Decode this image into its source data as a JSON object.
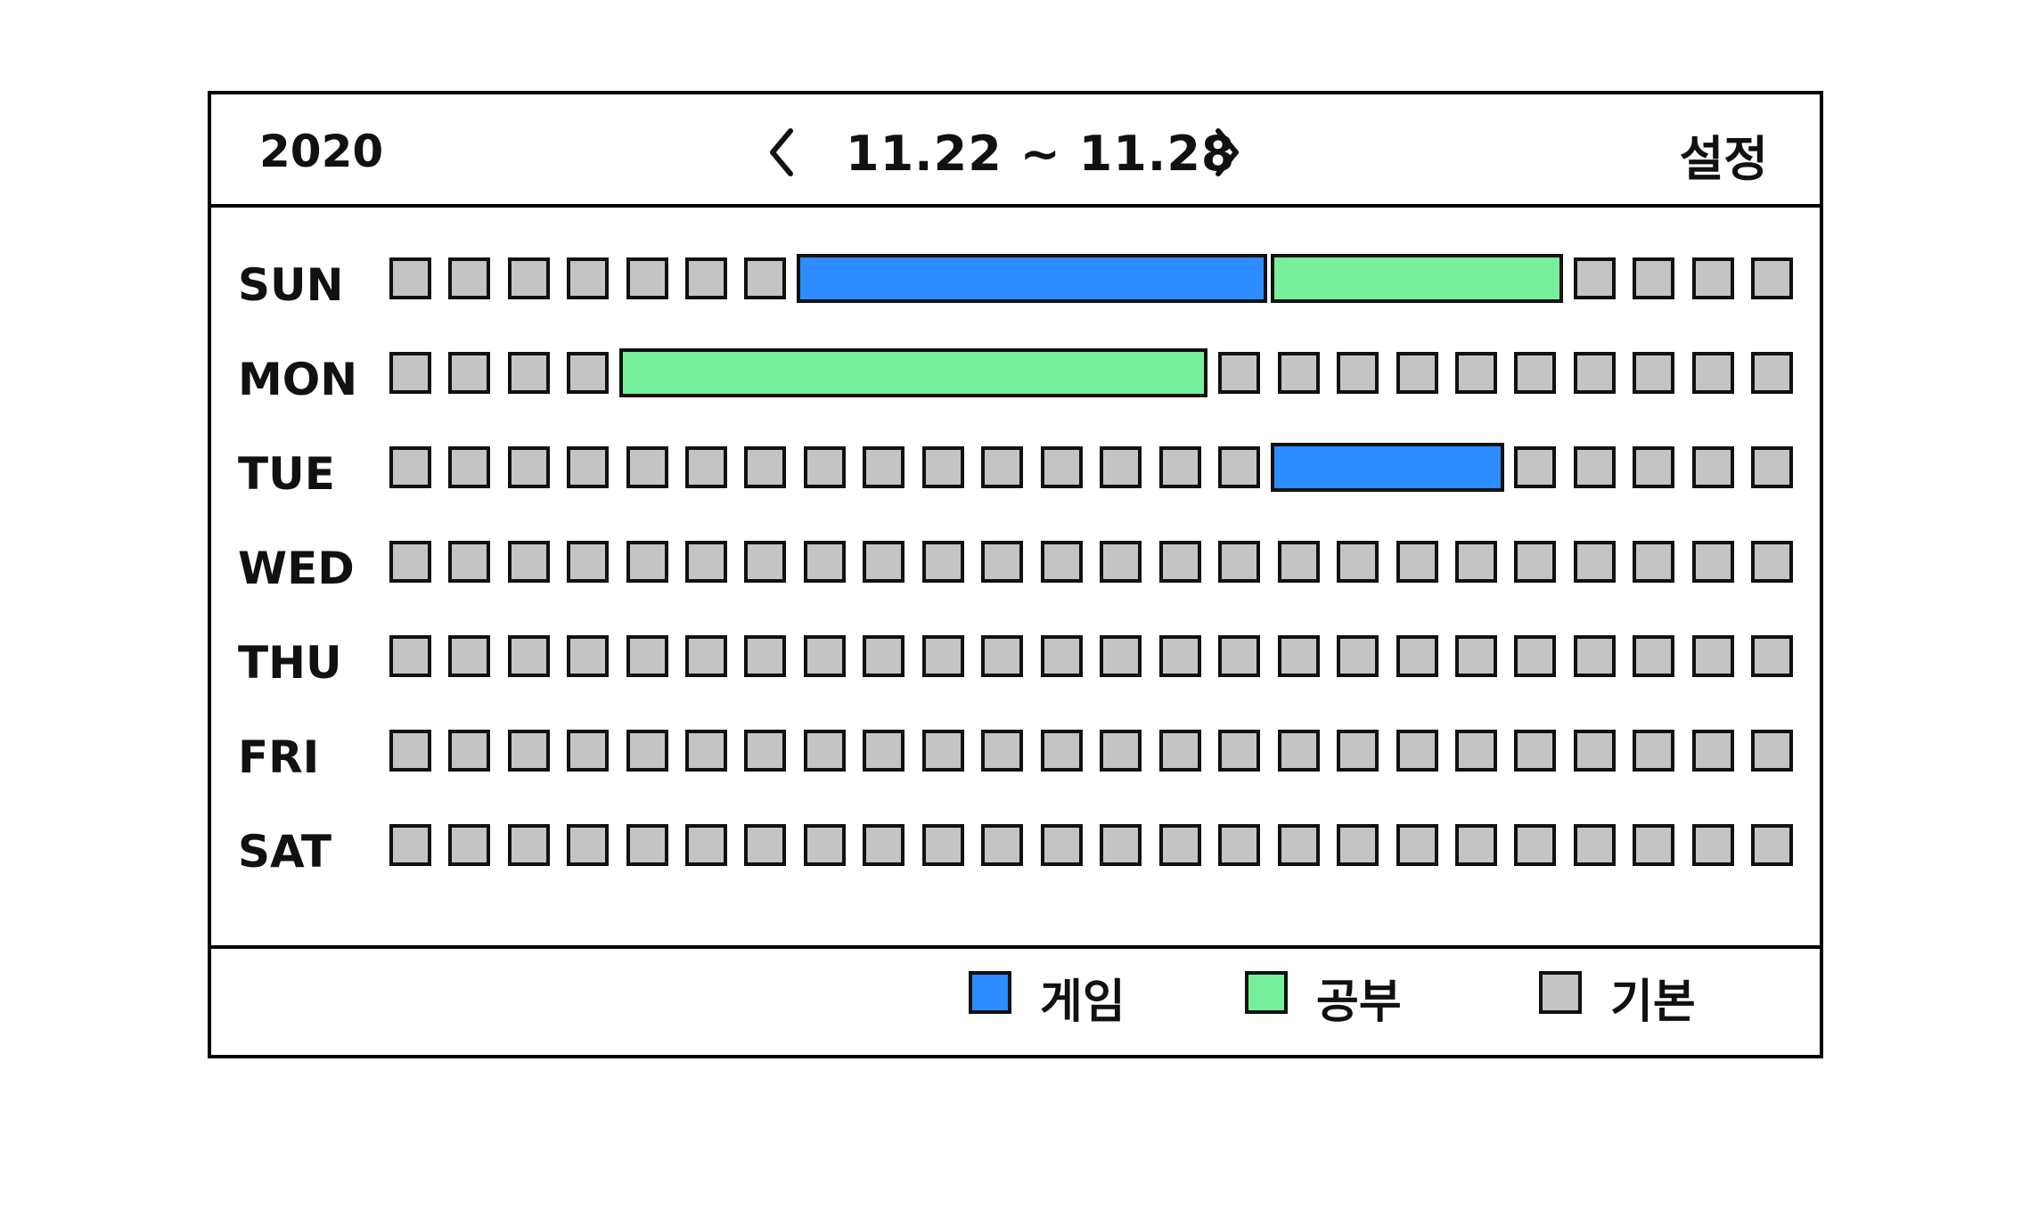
{
  "header": {
    "year": "2020",
    "range": "11.22 ~ 11.28",
    "settings_label": "설정",
    "prev_icon": "chevron-left-icon",
    "next_icon": "chevron-right-icon"
  },
  "colors": {
    "game": "#2d8cff",
    "study": "#77f09c",
    "default": "#c4c4c4"
  },
  "slots_per_day": 24,
  "days": [
    {
      "label": "SUN",
      "blocks": [
        {
          "type": "game",
          "start": 7,
          "end": 15
        },
        {
          "type": "study",
          "start": 15,
          "end": 20
        }
      ]
    },
    {
      "label": "MON",
      "blocks": [
        {
          "type": "study",
          "start": 4,
          "end": 14
        }
      ]
    },
    {
      "label": "TUE",
      "blocks": [
        {
          "type": "game",
          "start": 15,
          "end": 19
        }
      ]
    },
    {
      "label": "WED",
      "blocks": []
    },
    {
      "label": "THU",
      "blocks": []
    },
    {
      "label": "FRI",
      "blocks": []
    },
    {
      "label": "SAT",
      "blocks": []
    }
  ],
  "legend": [
    {
      "key": "game",
      "label": "게임"
    },
    {
      "key": "study",
      "label": "공부"
    },
    {
      "key": "default",
      "label": "기본"
    }
  ]
}
